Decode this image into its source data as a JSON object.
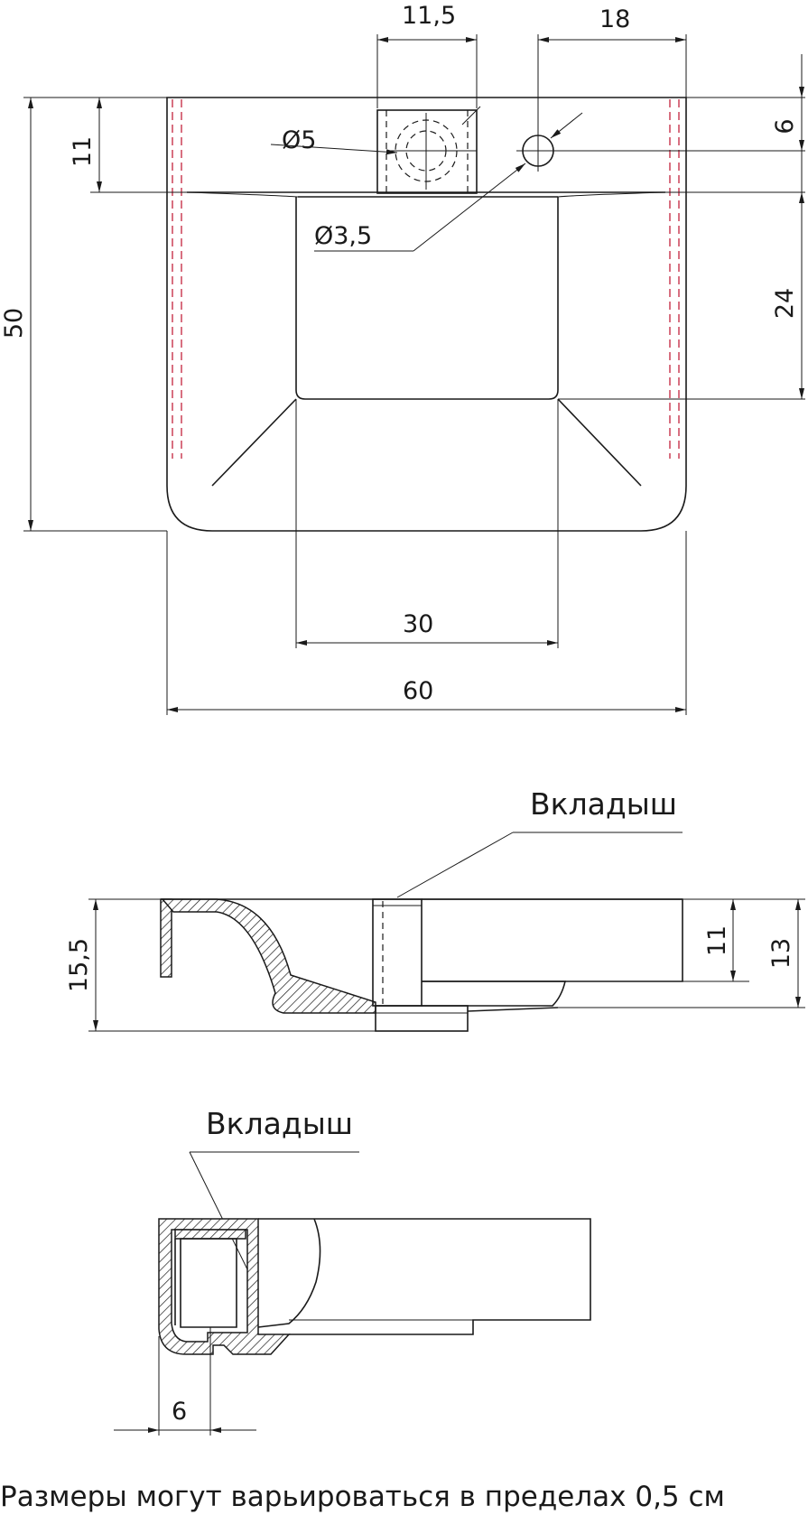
{
  "top_view": {
    "dims": {
      "width_60": "60",
      "inner_30": "30",
      "height_50": "50",
      "top_11": "11",
      "block_11_5": "11,5",
      "hole_offset_18": "18",
      "hole_6": "6",
      "inner_24": "24"
    },
    "labels": {
      "diameter_5": "Ø5",
      "diameter_3_5": "Ø3,5"
    }
  },
  "side_section": {
    "label": "Вкладыш",
    "dims": {
      "height_15_5": "15,5",
      "height_11": "11",
      "height_13": "13"
    }
  },
  "end_section": {
    "label": "Вкладыш",
    "dims": {
      "width_6": "6"
    }
  },
  "footer_note": "Размеры могут варьироваться в пределах 0,5 см",
  "colors": {
    "line": "#1a1a1a",
    "insert_dash": "#c8324b",
    "background": "#ffffff"
  }
}
